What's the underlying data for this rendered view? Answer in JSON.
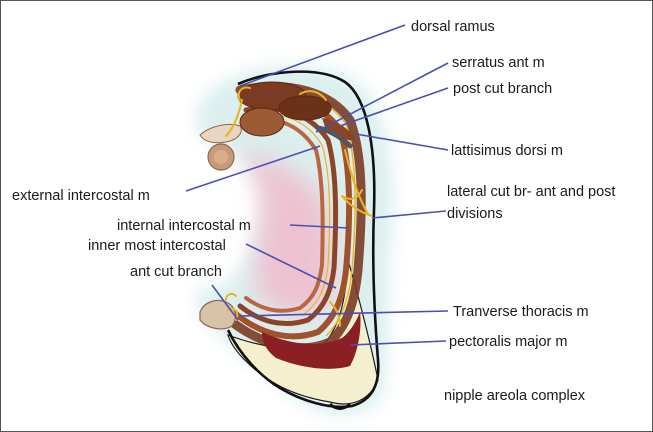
{
  "labels": {
    "dorsal_ramus": "dorsal ramus",
    "serratus_ant_m": "serratus ant m",
    "post_cut_branch": "post cut branch",
    "lattisimus_dorsi_m": "lattisimus dorsi m",
    "external_intercostal_m": "external intercostal m",
    "lateral_cut_br_line1": "lateral cut br- ant and post",
    "lateral_cut_br_line2": "divisions",
    "internal_intercostal_m": "internal intercostal m",
    "inner_most_intercostal": "inner most intercostal",
    "ant_cut_branch": "ant cut branch",
    "tranverse_thoracis_m": "Tranverse thoracis m",
    "pectoralis_major_m": "pectoralis major m",
    "nipple_areola_complex": "nipple areola complex"
  },
  "colors": {
    "leader_line": "#4a4fb3",
    "muscle_dark": "#7a3b22",
    "muscle_mid": "#a0522d",
    "nerve": "#e8b422",
    "pectoralis": "#8a1f24",
    "breast_fat": "#f4f0cf",
    "lung_pink": "#f2b7c9",
    "halo": "#d6ecec"
  }
}
